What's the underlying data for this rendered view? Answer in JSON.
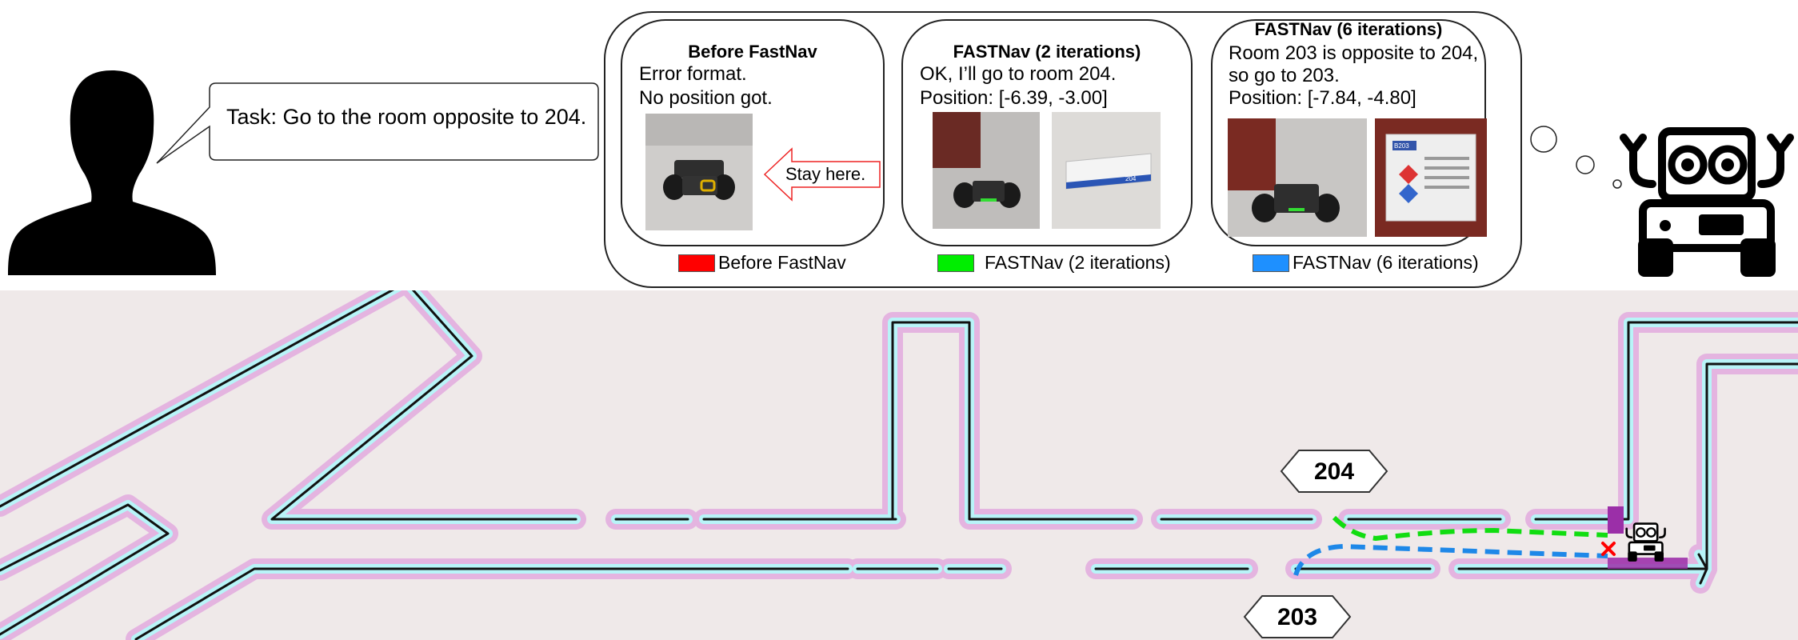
{
  "user": {
    "task": "Task: Go to the room opposite to 204."
  },
  "panels": [
    {
      "title": "Before FastNav",
      "lines": [
        "Error format.",
        "No position got."
      ],
      "arrow_label": "Stay here."
    },
    {
      "title": "FASTNav (2 iterations)",
      "lines": [
        "OK, I’ll go to room 204.",
        "Position: [-6.39, -3.00]"
      ],
      "sign_text": "204"
    },
    {
      "title": "FASTNav (6 iterations)",
      "lines": [
        "Room 203 is opposite to 204,",
        "so go to 203.",
        "Position: [-7.84, -4.80]"
      ],
      "sign_text": "B203"
    }
  ],
  "legend": [
    {
      "label": "Before FastNav",
      "color": "#ff0000"
    },
    {
      "label": "FASTNav (2 iterations)",
      "color": "#00ee00"
    },
    {
      "label": "FASTNav (6 iterations)",
      "color": "#1e90ff"
    }
  ],
  "map": {
    "room_top": "204",
    "room_bottom": "203",
    "colors": {
      "background": "#efe9e9",
      "wall_halo": "#e4b4e0",
      "wall_inner": "#b8f4f8",
      "wall": "#111111",
      "path_green": "#11dd11",
      "path_blue": "#1e88e8",
      "marker": "#ff0000",
      "start_zone": "#9b2fa8"
    }
  }
}
